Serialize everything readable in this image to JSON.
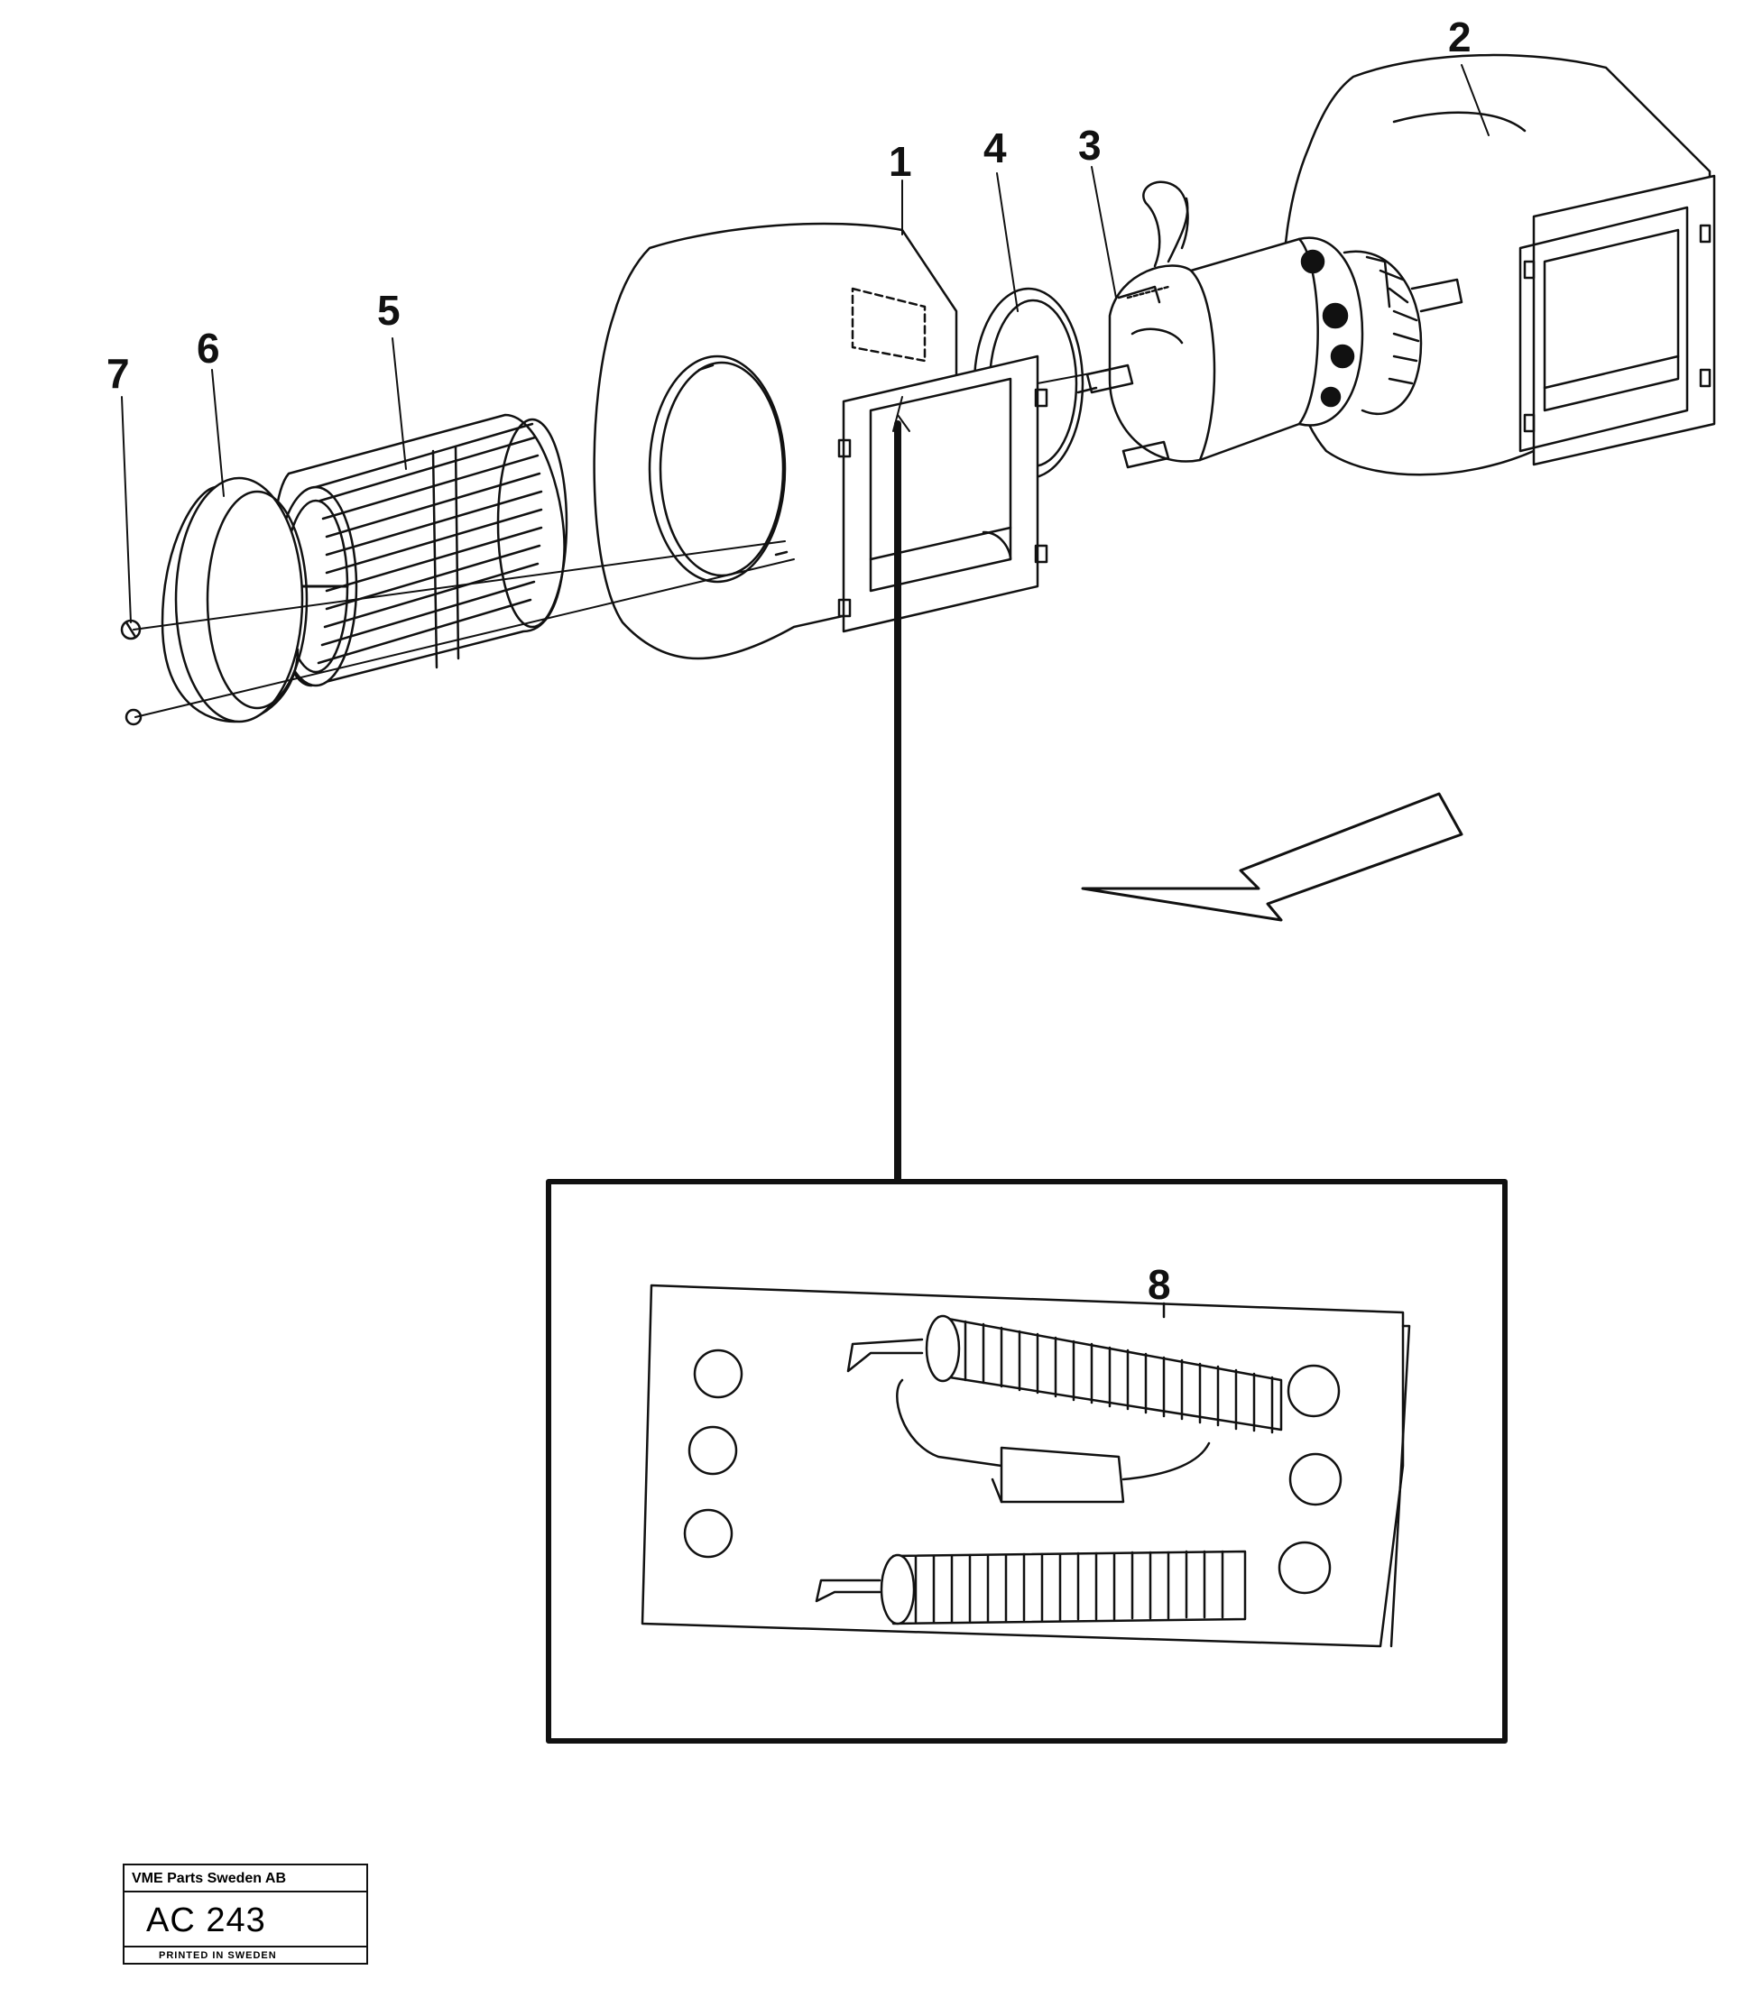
{
  "callouts": {
    "c1": "1",
    "c2": "2",
    "c3": "3",
    "c4": "4",
    "c5": "5",
    "c6": "6",
    "c7": "7",
    "c8": "8"
  },
  "stamp": {
    "company": "VME Parts Sweden AB",
    "code": "AC 243",
    "printed": "PRINTED IN SWEDEN"
  }
}
